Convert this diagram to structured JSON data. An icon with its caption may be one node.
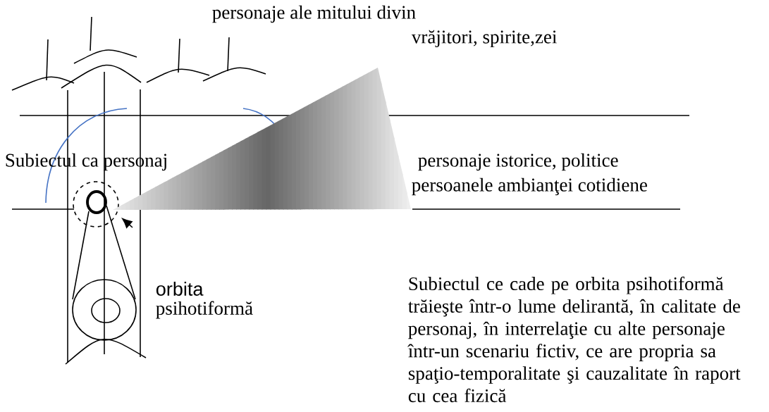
{
  "diagram": {
    "labels": [
      "personaje ale mitului divin",
      "vrăjitori, spirite,zei",
      "Subiectul ca personaj",
      "personaje istorice, politice",
      "persoanele ambianţei cotidiene",
      "orbita",
      "psihotiformă",
      "Subiectul ce cade pe orbita psihotiformă trăieşte într-o lume delirantă, în calitate de personaj, în interrelaţie cu alte personaje într-un scenariu fictiv, ce are propria sa spaţio-temporalitate şi cauzalitate în raport cu cea fizică"
    ]
  }
}
